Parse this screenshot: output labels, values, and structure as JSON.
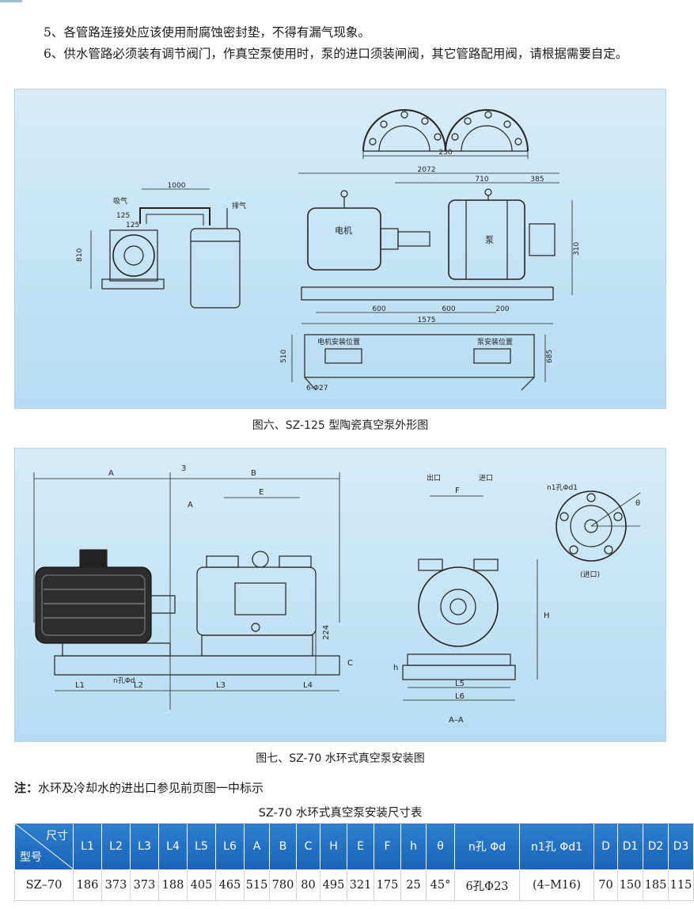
{
  "paragraphs": {
    "p5": "5、各管路连接处应该使用耐腐蚀密封垫，不得有漏气现象。",
    "p6": "6、供水管路必须装有调节阀门，作真空泵使用时，泵的进口须装闸阀，其它管路配用阀，请根据需要自定。"
  },
  "figure1": {
    "caption": "图六、SZ-125 型陶瓷真空泵外形图",
    "labels": {
      "suction": "吸气",
      "exhaust": "排气",
      "motor": "电机",
      "pump": "泵",
      "motor_mount": "电机安装位置",
      "pump_mount": "泵安装位置",
      "bolts": "6-Φ27"
    },
    "dims": {
      "d1000": "1000",
      "d125a": "125",
      "d125b": "125",
      "d810": "810",
      "d2072": "2072",
      "d710": "710",
      "d385": "385",
      "d310": "310",
      "d600a": "600",
      "d600b": "600",
      "d200": "200",
      "d1575": "1575",
      "d510": "510",
      "d685": "685",
      "d230": "230"
    }
  },
  "figure2": {
    "caption": "图七、SZ-70 水环式真空泵安装图",
    "labels": {
      "A": "A",
      "B": "B",
      "E": "E",
      "three": "3",
      "A_arrow": "A",
      "C": "C",
      "d224": "224",
      "L1": "L1",
      "L2": "L2",
      "L3": "L3",
      "L4": "L4",
      "nhole": "n孔Φd",
      "F": "F",
      "H": "H",
      "h": "h",
      "L5": "L5",
      "L6": "L6",
      "AA": "A–A",
      "inlet_note": "n1孔Φd1",
      "theta": "θ",
      "inlet": "(进口)",
      "port_left": "出口",
      "port_right": "进口"
    }
  },
  "note": {
    "prefix": "注：",
    "text": "水环及冷却水的进出口参见前页图一中标示"
  },
  "table": {
    "title": "SZ-70 水环式真空泵安装尺寸表",
    "corner_top": "尺寸",
    "corner_bottom": "型号",
    "headers": [
      "L1",
      "L2",
      "L3",
      "L4",
      "L5",
      "L6",
      "A",
      "B",
      "C",
      "H",
      "E",
      "F",
      "h",
      "θ",
      "n孔 Φd",
      "n1孔 Φd1",
      "D",
      "D1",
      "D2",
      "D3"
    ],
    "row": [
      "SZ–70",
      "186",
      "373",
      "373",
      "188",
      "405",
      "465",
      "515",
      "780",
      "80",
      "495",
      "321",
      "175",
      "25",
      "45°",
      "6孔Φ23",
      "(4–M16)",
      "70",
      "150",
      "185",
      "115"
    ]
  }
}
